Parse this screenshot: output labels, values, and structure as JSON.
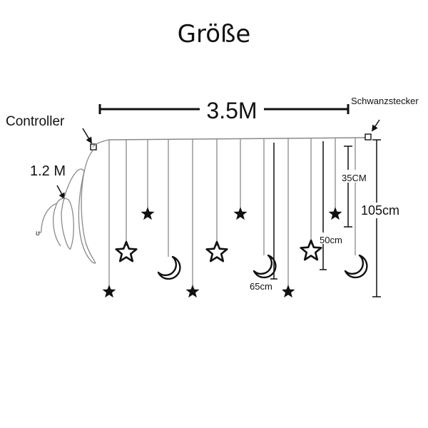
{
  "title": "Größe",
  "width_label": "3.5M",
  "tail_label": "Schwanzstecker",
  "controller_label": "Controller",
  "cable_label": "1.2 M",
  "height_label": "105cm",
  "dim_35": "35CM",
  "dim_50": "50cm",
  "dim_65": "65cm",
  "colors": {
    "ink": "#111111",
    "wire": "#8a8a8a"
  },
  "pendants": [
    {
      "icon": "star-filled-icon"
    },
    {
      "icon": "star-outline-icon"
    },
    {
      "icon": "star-filled-icon"
    },
    {
      "icon": "moon-icon"
    },
    {
      "icon": "star-filled-icon"
    },
    {
      "icon": "star-outline-icon"
    },
    {
      "icon": "star-filled-icon"
    },
    {
      "icon": "moon-icon"
    },
    {
      "icon": "star-filled-icon"
    },
    {
      "icon": "star-outline-icon"
    },
    {
      "icon": "star-filled-icon"
    },
    {
      "icon": "moon-icon"
    }
  ]
}
